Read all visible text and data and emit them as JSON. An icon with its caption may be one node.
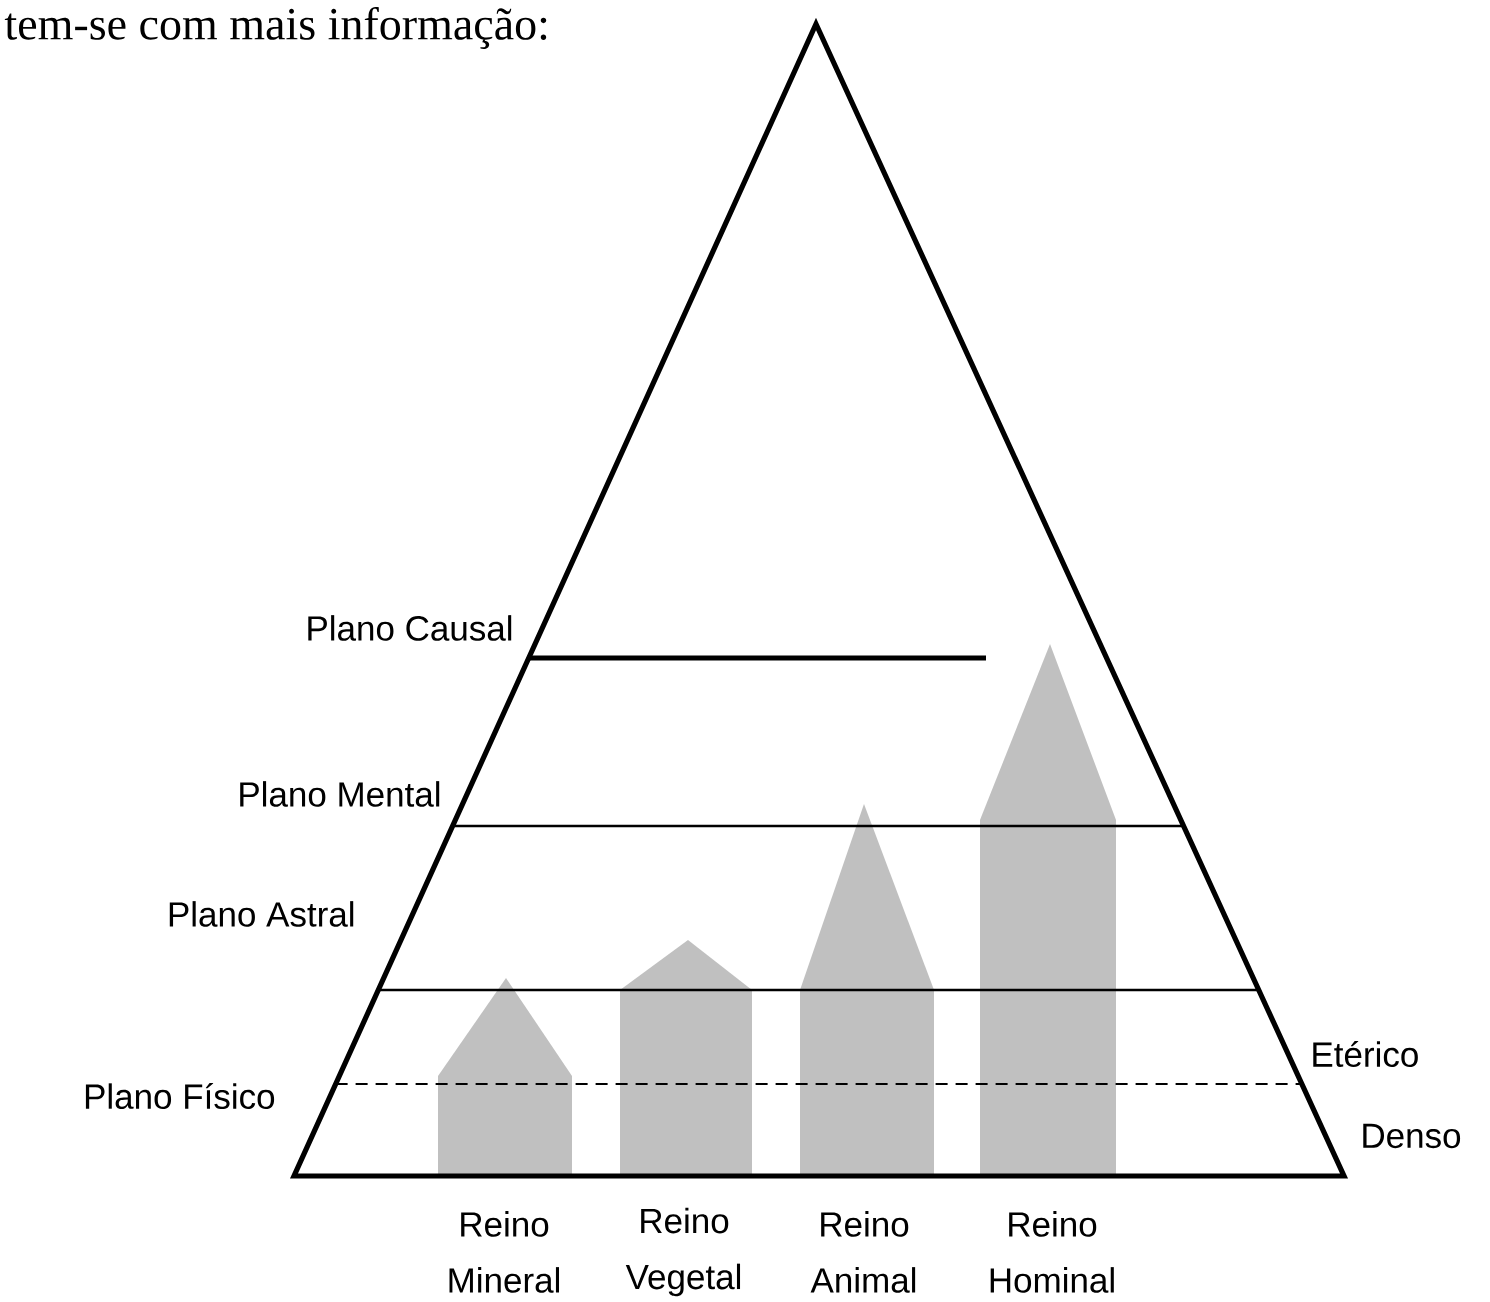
{
  "diagram": {
    "labels": [
      "tem-se com mais informação:",
      "Plano Causal",
      "Plano Mental",
      "Plano Astral",
      "Plano Físico",
      "Etérico",
      "Denso",
      "Reino Mineral",
      "Reino Vegetal",
      "Reino Animal",
      "Reino Hominal"
    ]
  }
}
